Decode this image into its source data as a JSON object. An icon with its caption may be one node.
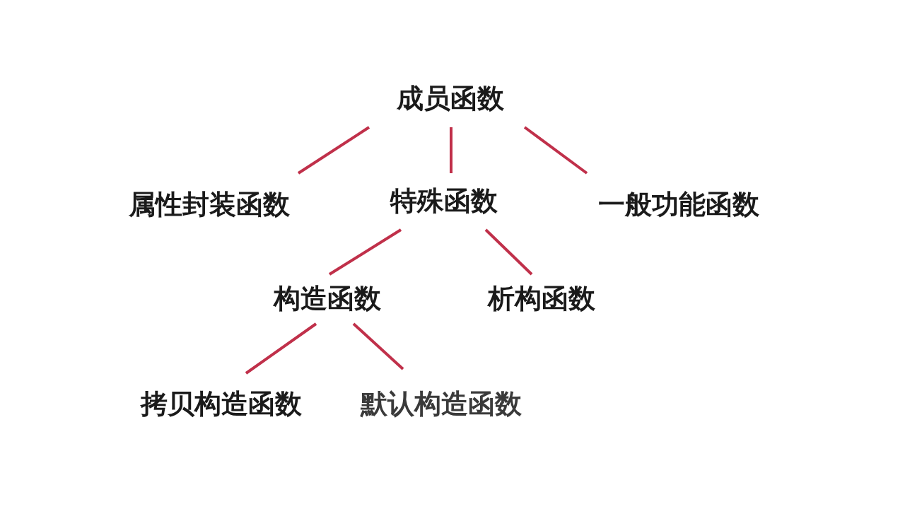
{
  "diagram": {
    "nodes": [
      {
        "text": [
          "成员函数"
        ]
      },
      {
        "text": [
          "属性封装函数"
        ]
      },
      {
        "text": [
          "特殊函数"
        ]
      },
      {
        "text": [
          "一般功能函数"
        ]
      },
      {
        "text": [
          "构造函数"
        ]
      },
      {
        "text": [
          "析构函数"
        ]
      },
      {
        "text": [
          "拷贝构造函数"
        ]
      },
      {
        "text": [
          "默认构造函数"
        ]
      }
    ],
    "edges": [
      {
        "from": 0,
        "to": 1,
        "arrow": "none"
      },
      {
        "from": 0,
        "to": 2,
        "arrow": "none"
      },
      {
        "from": 0,
        "to": 3,
        "arrow": "none"
      },
      {
        "from": 2,
        "to": 4,
        "arrow": "none"
      },
      {
        "from": 2,
        "to": 5,
        "arrow": "none"
      },
      {
        "from": 4,
        "to": 6,
        "arrow": "none"
      },
      {
        "from": 4,
        "to": 7,
        "arrow": "none"
      }
    ]
  }
}
